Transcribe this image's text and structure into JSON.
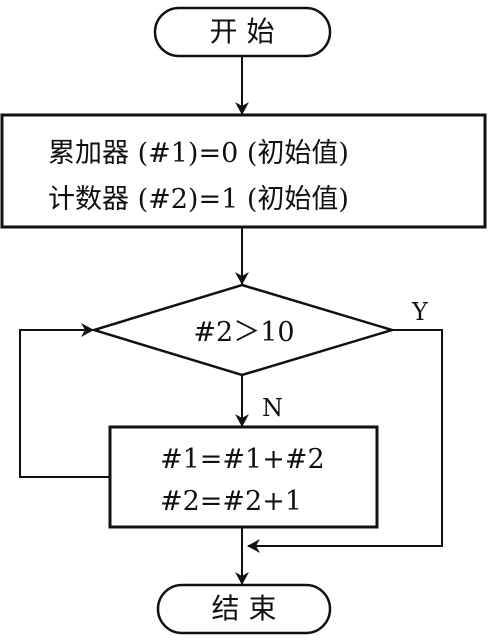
{
  "flowchart": {
    "start_label": "开  始",
    "init_line1": "累加器 (#1)=0 (初始值)",
    "init_line2": "计数器 (#2)=1 (初始值)",
    "condition": "#2＞10",
    "yes_label": "Y",
    "no_label": "N",
    "body_line1": "#1=#1+#2",
    "body_line2": "#2=#2+1",
    "end_label": "结  束",
    "colors": {
      "stroke": "#111111",
      "background": "#ffffff"
    }
  }
}
